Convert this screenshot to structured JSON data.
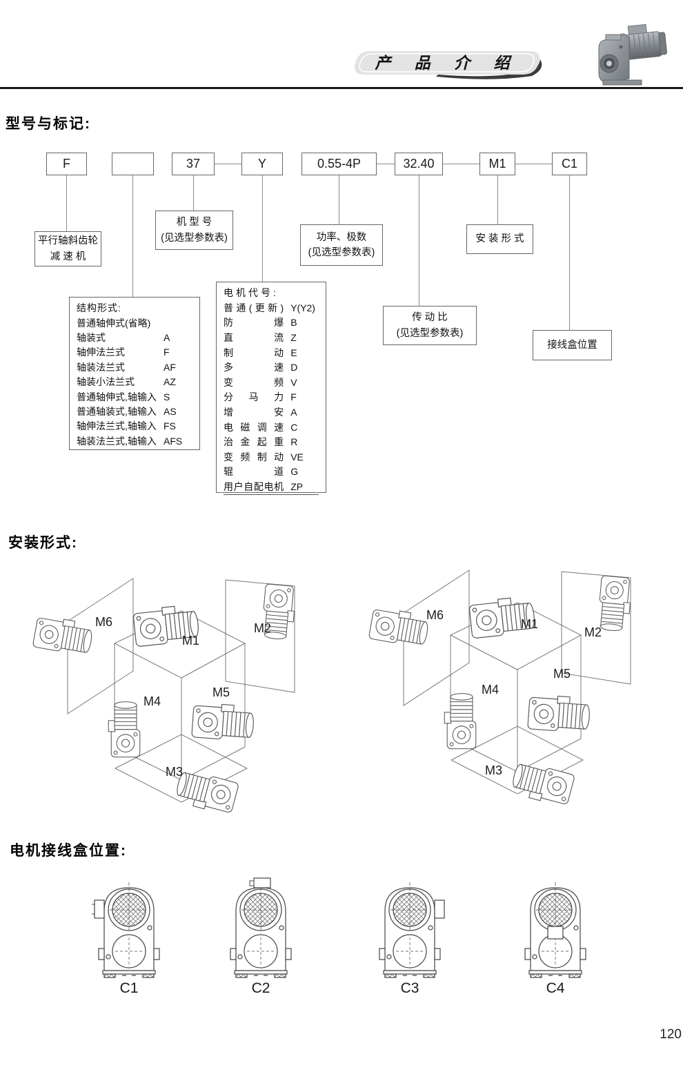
{
  "header": {
    "title": "产 品 介 绍",
    "page_number": "120"
  },
  "model_section": {
    "heading": "型号与标记:",
    "codes": [
      "F",
      "",
      "37",
      "Y",
      "0.55-4P",
      "32.40",
      "M1",
      "C1"
    ],
    "callouts": {
      "reducer": [
        "平行轴斜齿轮",
        "减 速 机"
      ],
      "frame": [
        "机 型 号",
        "(见选型参数表)"
      ],
      "power": [
        "功率、极数",
        "(见选型参数表)"
      ],
      "mount": "安 装 形 式",
      "ratio": [
        "传 动 比",
        "(见选型参数表)"
      ],
      "tbox": "接线盒位置"
    },
    "structure_box": {
      "title": "结构形式:",
      "rows": [
        {
          "name": "普通轴伸式(省略)",
          "code": ""
        },
        {
          "name": "轴装式",
          "code": "A"
        },
        {
          "name": "轴伸法兰式",
          "code": "F"
        },
        {
          "name": "轴装法兰式",
          "code": "AF"
        },
        {
          "name": "轴装小法兰式",
          "code": "AZ"
        },
        {
          "name": "普通轴伸式,轴输入",
          "code": "S"
        },
        {
          "name": "普通轴装式,轴输入",
          "code": "AS"
        },
        {
          "name": "轴伸法兰式,轴输入",
          "code": "FS"
        },
        {
          "name": "轴装法兰式,轴输入",
          "code": "AFS"
        }
      ]
    },
    "motor_box": {
      "title": "电机代号:",
      "rows": [
        {
          "name": "普通(更新)",
          "code": "Y(Y2)"
        },
        {
          "name": "防爆",
          "code": "B"
        },
        {
          "name": "直流",
          "code": "Z"
        },
        {
          "name": "制动",
          "code": "E"
        },
        {
          "name": "多速",
          "code": "D"
        },
        {
          "name": "变频",
          "code": "V"
        },
        {
          "name": "分马力",
          "code": "F"
        },
        {
          "name": "增安",
          "code": "A"
        },
        {
          "name": "电磁调速",
          "code": "C"
        },
        {
          "name": "治金起重",
          "code": "R"
        },
        {
          "name": "变频制动",
          "code": "VE"
        },
        {
          "name": "辊道",
          "code": "G"
        },
        {
          "name": "用户自配电机",
          "code": "ZP"
        }
      ]
    }
  },
  "mounting_section": {
    "heading": "安装形式:",
    "labels": [
      "M1",
      "M2",
      "M3",
      "M4",
      "M5",
      "M6"
    ]
  },
  "junction_section": {
    "heading": "电机接线盒位置:",
    "labels": [
      "C1",
      "C2",
      "C3",
      "C4"
    ]
  }
}
